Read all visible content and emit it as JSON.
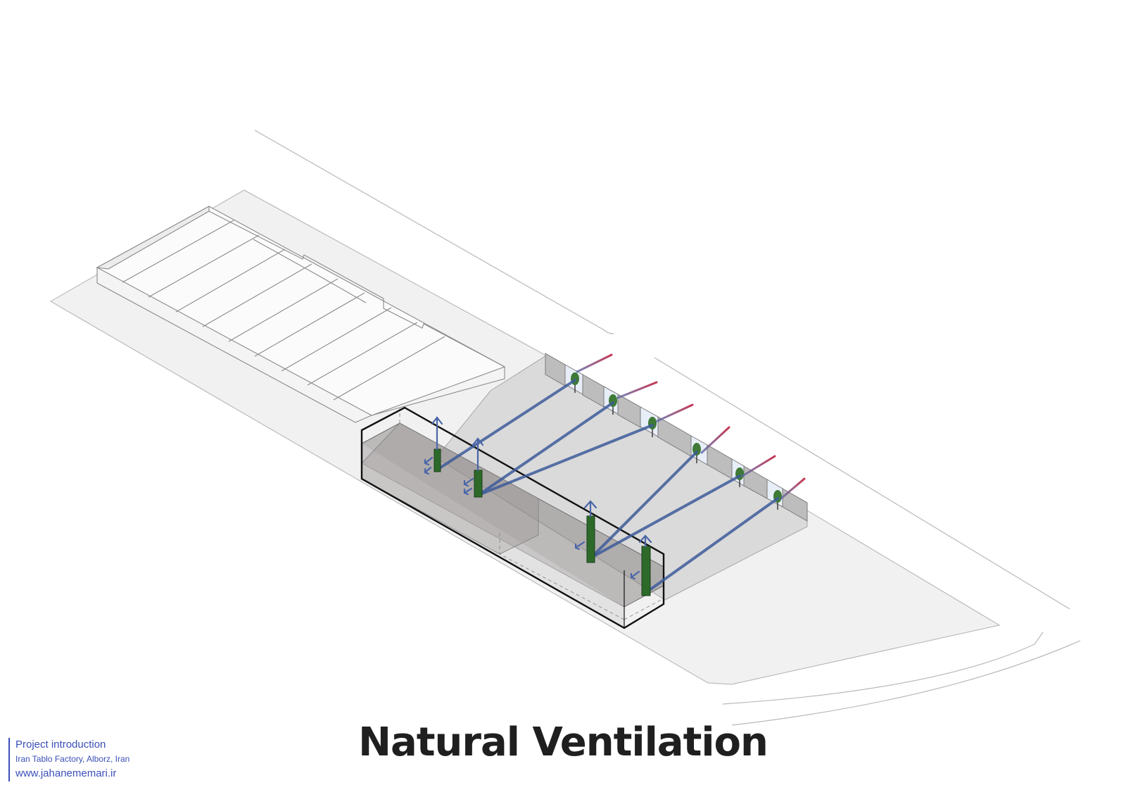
{
  "title": "Natural Ventilation",
  "credit": {
    "line1": "Project introduction",
    "line2": "Iran Tablo Factory, Alborz, Iran",
    "line3": "www.jahanememari.ir"
  },
  "colors": {
    "airflow": "#3d5a9a",
    "tree": "#3e7a36",
    "column": "#2d6a2a",
    "wind": "#a53a4a",
    "accent": "#3b4fb8"
  }
}
